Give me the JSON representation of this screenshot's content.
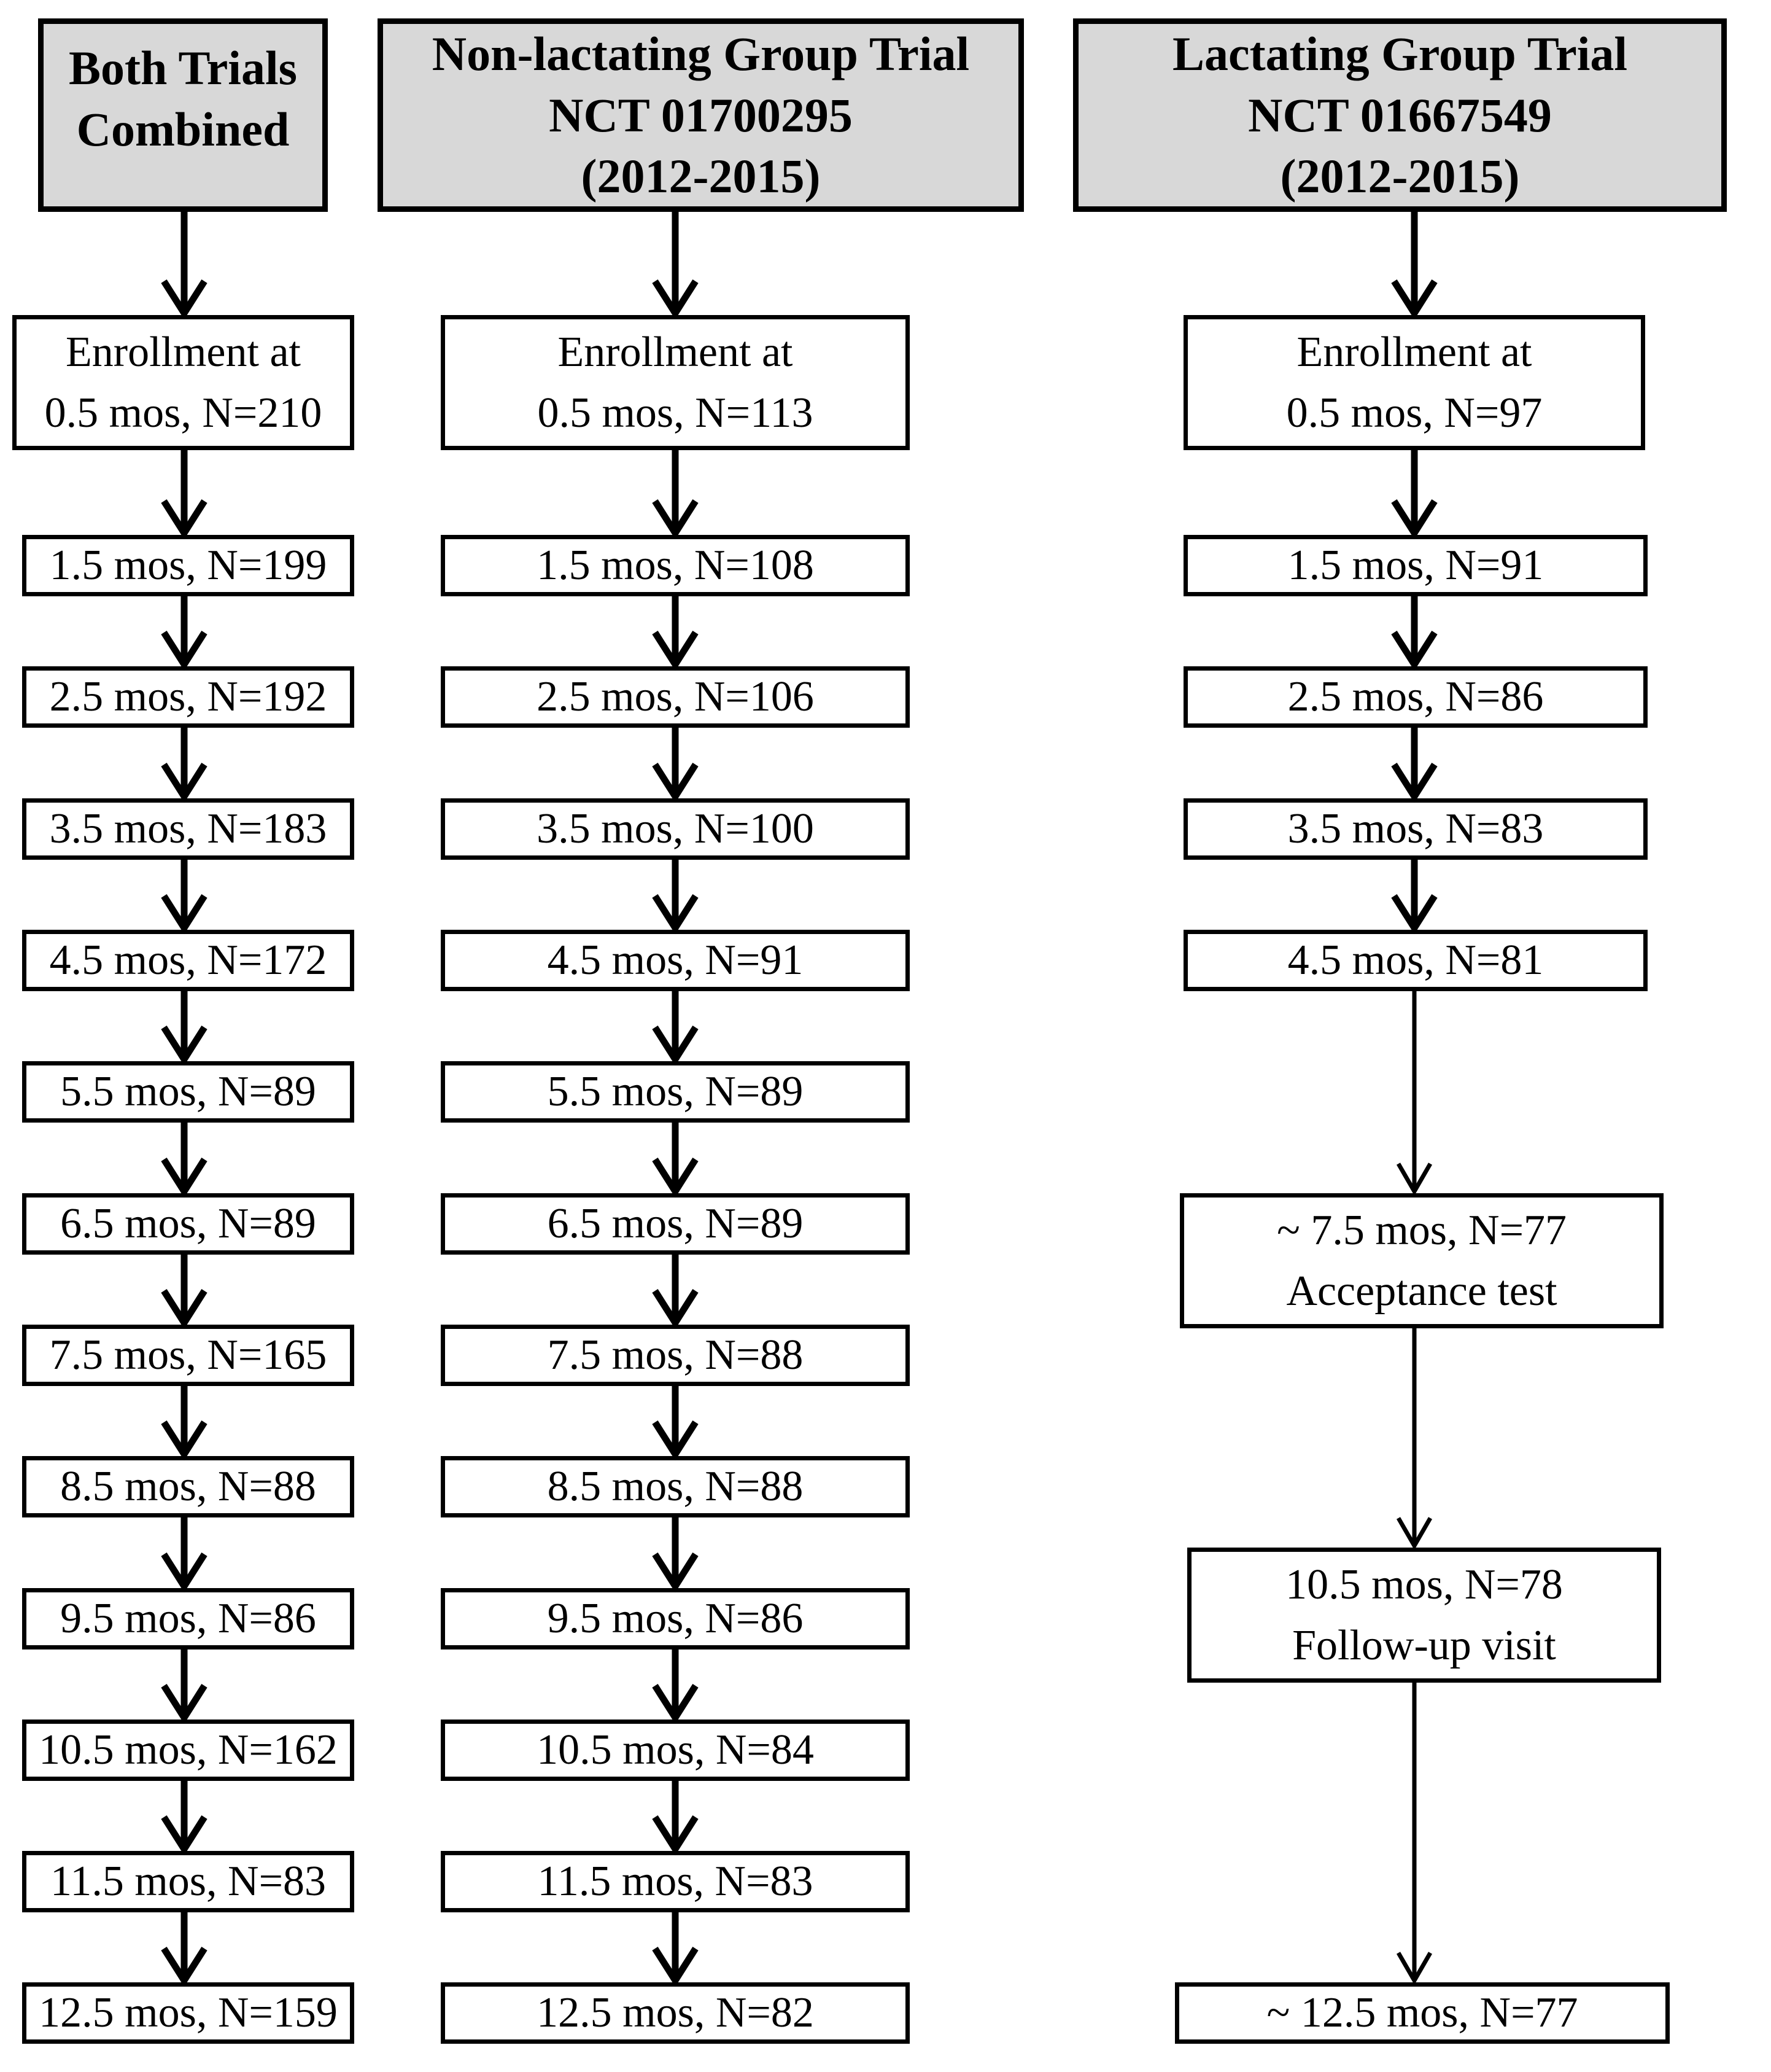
{
  "figure": {
    "background": "#ffffff",
    "header_fill": "#d8d8d8",
    "line_color": "#000000",
    "text_color": "#000000"
  },
  "columns": [
    {
      "id": "both-trials-combined",
      "header": {
        "lines": [
          "Both Trials",
          "Combined"
        ]
      },
      "nodes": [
        {
          "lines": [
            "Enrollment at",
            "0.5 mos, N=210"
          ]
        },
        {
          "lines": [
            "1.5 mos, N=199"
          ]
        },
        {
          "lines": [
            "2.5 mos, N=192"
          ]
        },
        {
          "lines": [
            "3.5 mos, N=183"
          ]
        },
        {
          "lines": [
            "4.5 mos, N=172"
          ]
        },
        {
          "lines": [
            "5.5 mos, N=89"
          ]
        },
        {
          "lines": [
            "6.5 mos, N=89"
          ]
        },
        {
          "lines": [
            "7.5 mos, N=165"
          ]
        },
        {
          "lines": [
            "8.5 mos, N=88"
          ]
        },
        {
          "lines": [
            "9.5 mos, N=86"
          ]
        },
        {
          "lines": [
            "10.5 mos, N=162"
          ]
        },
        {
          "lines": [
            "11.5 mos, N=83"
          ]
        },
        {
          "lines": [
            "12.5 mos, N=159"
          ]
        }
      ]
    },
    {
      "id": "non-lactating-group-trial",
      "header": {
        "lines": [
          "Non-lactating Group Trial",
          "NCT 01700295",
          "(2012-2015)"
        ]
      },
      "nodes": [
        {
          "lines": [
            "Enrollment at",
            "0.5 mos, N=113"
          ]
        },
        {
          "lines": [
            "1.5 mos, N=108"
          ]
        },
        {
          "lines": [
            "2.5 mos, N=106"
          ]
        },
        {
          "lines": [
            "3.5 mos, N=100"
          ]
        },
        {
          "lines": [
            "4.5 mos, N=91"
          ]
        },
        {
          "lines": [
            "5.5 mos, N=89"
          ]
        },
        {
          "lines": [
            "6.5 mos, N=89"
          ]
        },
        {
          "lines": [
            "7.5 mos, N=88"
          ]
        },
        {
          "lines": [
            "8.5 mos, N=88"
          ]
        },
        {
          "lines": [
            "9.5 mos, N=86"
          ]
        },
        {
          "lines": [
            "10.5 mos, N=84"
          ]
        },
        {
          "lines": [
            "11.5 mos, N=83"
          ]
        },
        {
          "lines": [
            "12.5 mos, N=82"
          ]
        }
      ]
    },
    {
      "id": "lactating-group-trial",
      "header": {
        "lines": [
          "Lactating Group Trial",
          "NCT 01667549",
          "(2012-2015)"
        ]
      },
      "nodes": [
        {
          "lines": [
            "Enrollment at",
            "0.5 mos, N=97"
          ]
        },
        {
          "lines": [
            "1.5 mos, N=91"
          ]
        },
        {
          "lines": [
            "2.5 mos, N=86"
          ]
        },
        {
          "lines": [
            "3.5 mos, N=83"
          ]
        },
        {
          "lines": [
            "4.5 mos, N=81"
          ]
        },
        {
          "lines": [
            "~ 7.5 mos, N=77",
            "Acceptance test"
          ]
        },
        {
          "lines": [
            "10.5 mos, N=78",
            "Follow-up visit"
          ]
        },
        {
          "lines": [
            "~ 12.5 mos, N=77"
          ]
        }
      ]
    }
  ]
}
